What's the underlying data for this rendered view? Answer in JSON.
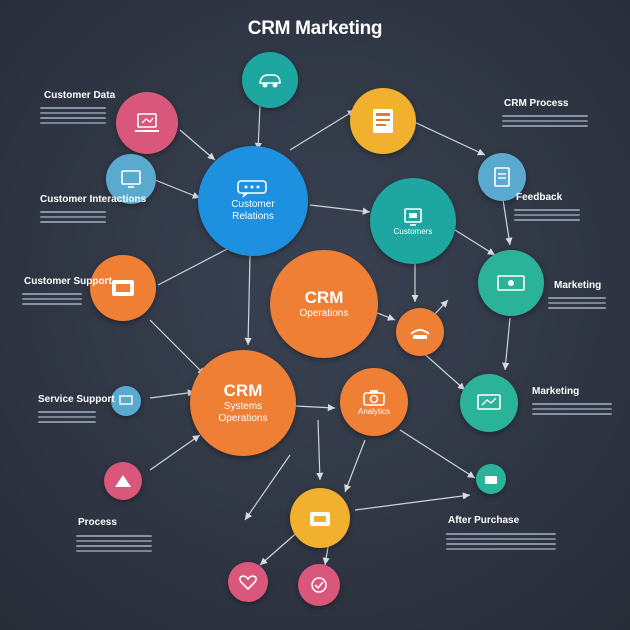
{
  "title": "CRM Marketing",
  "nodes": {
    "crm_customer_relations": {
      "title": "Customer",
      "subtitle": "Relations"
    },
    "crm_core": {
      "title": "CRM",
      "subtitle": "Operations"
    },
    "crm_systems": {
      "title": "CRM",
      "subtitle": "Systems Operations"
    },
    "customers": {
      "title": "Customers"
    },
    "analytics": {
      "title": "Analytics"
    }
  },
  "labels": {
    "customer_data": "Customer Data",
    "crm_process": "CRM Process",
    "customer_interactions": "Customer Interactions",
    "feedback": "Feedback",
    "customer_support": "Customer Support",
    "marketing": "Marketing",
    "service_support": "Service Support",
    "marketing_right": "Marketing",
    "process": "Process",
    "after_purchase": "After Purchase"
  },
  "colors": {
    "background": "#2f3542",
    "blue": "#1e90e0",
    "orange": "#f07f36",
    "teal": "#1ea7a0",
    "pink": "#d9577a",
    "yellow": "#f2b02f",
    "light_blue": "#5aa9cf",
    "green_teal": "#2bb39a"
  },
  "icons": [
    "chat-icon",
    "laptop-icon",
    "monitor-icon",
    "doc-icon",
    "car-icon",
    "screen-icon",
    "file-icon",
    "camera-icon",
    "box-icon",
    "money-icon",
    "hand-icon",
    "heart-icon",
    "package-icon",
    "bag-icon"
  ]
}
